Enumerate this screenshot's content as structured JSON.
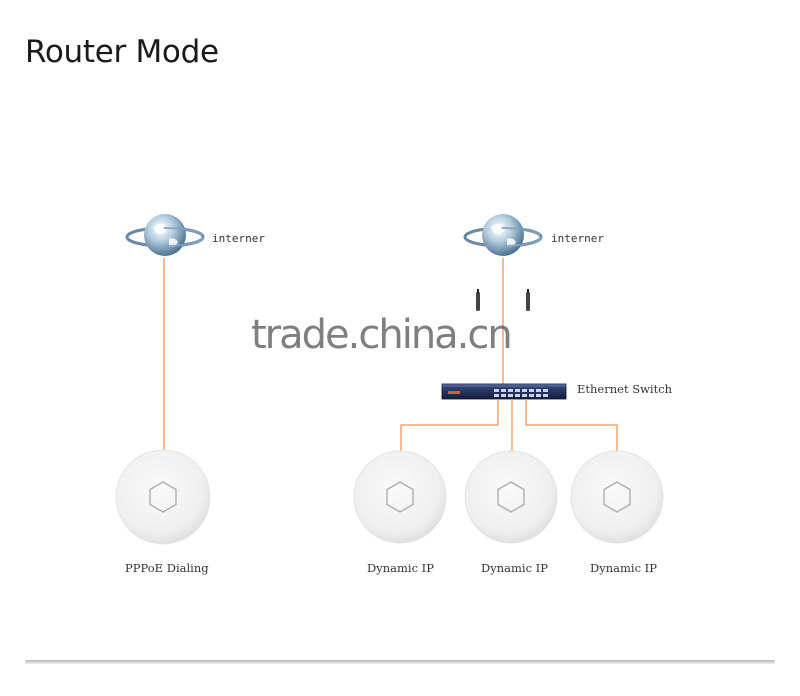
{
  "page_title": "Router Mode",
  "left_setup": {
    "internet_label": "interner",
    "ap_label": "PPPoE Dialing"
  },
  "right_setup": {
    "internet_label": "interner",
    "switch_label": "Ethernet Switch",
    "ap_labels": [
      "Dynamic IP",
      "Dynamic IP",
      "Dynamic IP"
    ]
  },
  "watermark": "trade.china.cn",
  "colors": {
    "cable": "#f0a878",
    "switch_body": "#1a2a5a",
    "ap_fill": "#f2f2f2"
  },
  "icons": [
    "globe-icon",
    "antenna-icon",
    "ethernet-switch-icon",
    "access-point-icon"
  ]
}
